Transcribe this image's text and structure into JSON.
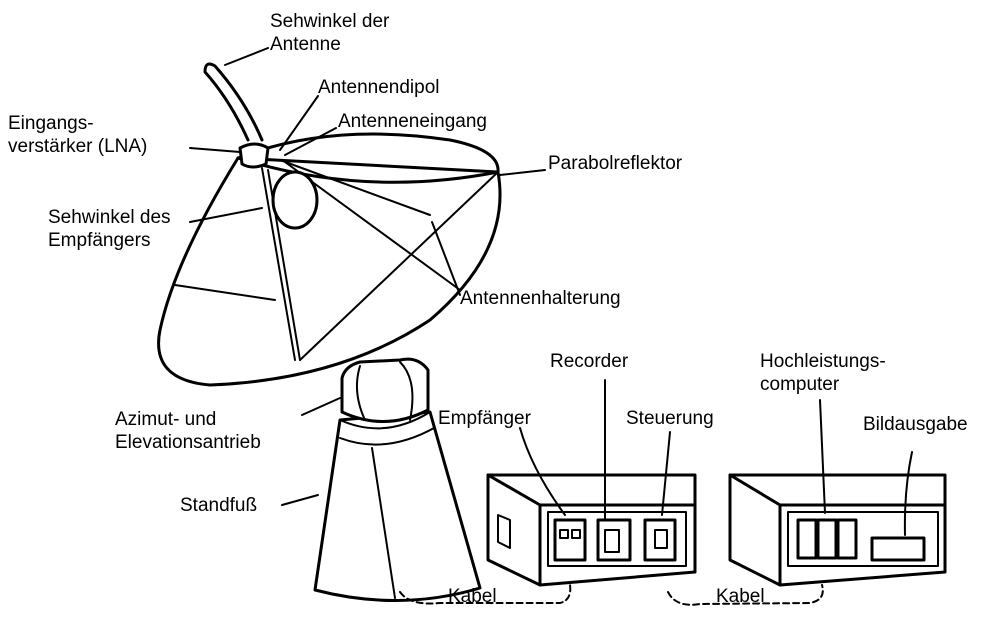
{
  "labels": {
    "sehwinkel_antenne": [
      "Sehwinkel der",
      "Antenne"
    ],
    "antennendipol": "Antennendipol",
    "antenneneingang": "Antenneneingang",
    "eingangsverstaerker": [
      "Eingangs-",
      "verstärker (LNA)"
    ],
    "parabolreflektor": "Parabolreflektor",
    "sehwinkel_empfaenger": [
      "Sehwinkel des",
      "Empfängers"
    ],
    "antennenhalterung": "Antennenhalterung",
    "recorder": "Recorder",
    "hochleistungscomputer": [
      "Hochleistungs-",
      "computer"
    ],
    "empfaenger": "Empfänger",
    "steuerung": "Steuerung",
    "bildausgabe": "Bildausgabe",
    "azimut": [
      "Azimut- und",
      "Elevationsantrieb"
    ],
    "standfuss": "Standfuß",
    "kabel_1": "Kabel",
    "kabel_2": "Kabel"
  }
}
